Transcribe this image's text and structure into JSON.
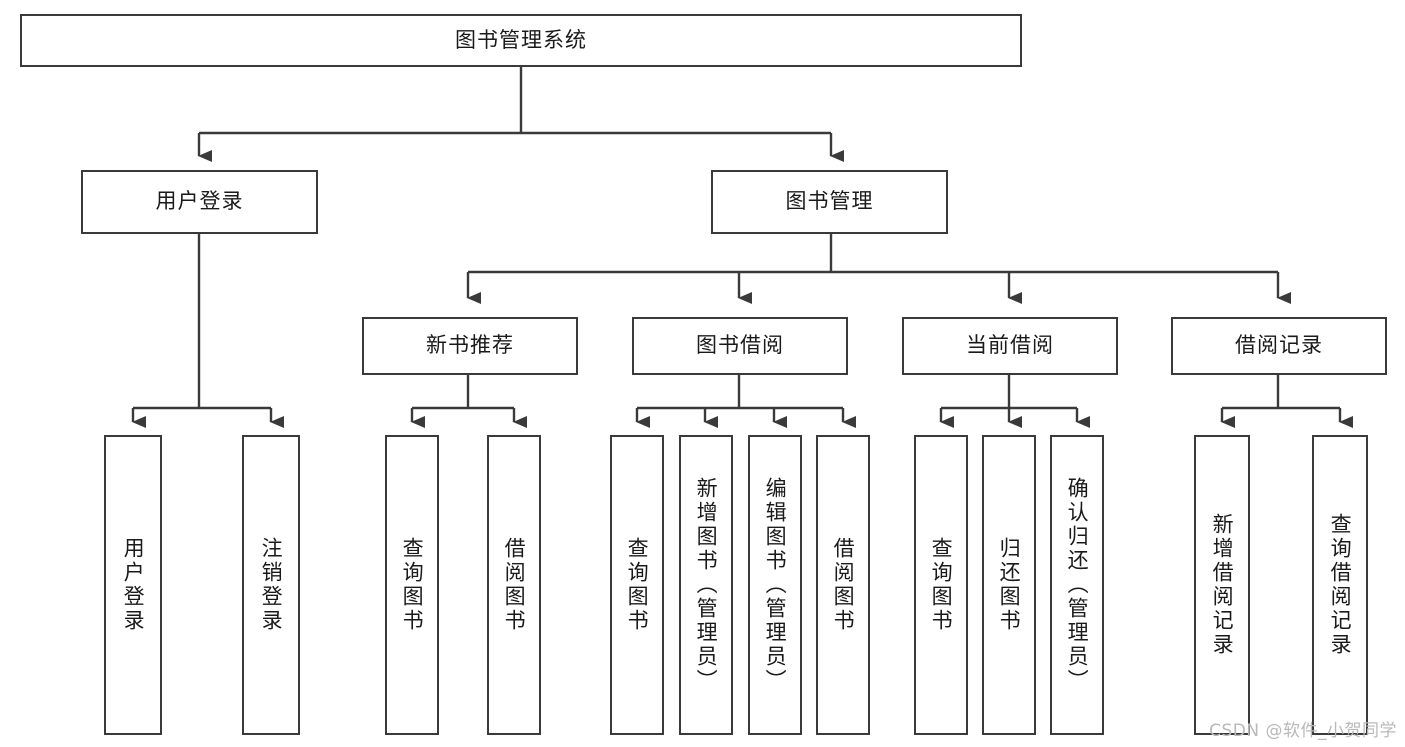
{
  "diagram": {
    "title": "图书管理系统",
    "type": "tree",
    "style": {
      "border_color": "#3a3a3a",
      "fill_color": "#ffffff",
      "text_color": "#1a1a1a",
      "background": "#ffffff"
    },
    "levels": {
      "root": {
        "label": "图书管理系统"
      },
      "level2": [
        {
          "label": "用户登录"
        },
        {
          "label": "图书管理"
        }
      ],
      "level3": [
        {
          "label": "新书推荐"
        },
        {
          "label": "图书借阅"
        },
        {
          "label": "当前借阅"
        },
        {
          "label": "借阅记录"
        }
      ],
      "leaves": [
        {
          "label": "用户登录",
          "parent": "用户登录"
        },
        {
          "label": "注销登录",
          "parent": "用户登录"
        },
        {
          "label": "查询图书",
          "parent": "新书推荐"
        },
        {
          "label": "借阅图书",
          "parent": "新书推荐"
        },
        {
          "label": "查询图书",
          "parent": "图书借阅"
        },
        {
          "label": "新增图书（管理员）",
          "parent": "图书借阅"
        },
        {
          "label": "编辑图书（管理员）",
          "parent": "图书借阅"
        },
        {
          "label": "借阅图书",
          "parent": "图书借阅"
        },
        {
          "label": "查询图书",
          "parent": "当前借阅"
        },
        {
          "label": "归还图书",
          "parent": "当前借阅"
        },
        {
          "label": "确认归还（管理员）",
          "parent": "当前借阅"
        },
        {
          "label": "新增借阅记录",
          "parent": "借阅记录"
        },
        {
          "label": "查询借阅记录",
          "parent": "借阅记录"
        }
      ]
    }
  },
  "watermark": {
    "text": "CSDN @软件_小贺同学"
  }
}
